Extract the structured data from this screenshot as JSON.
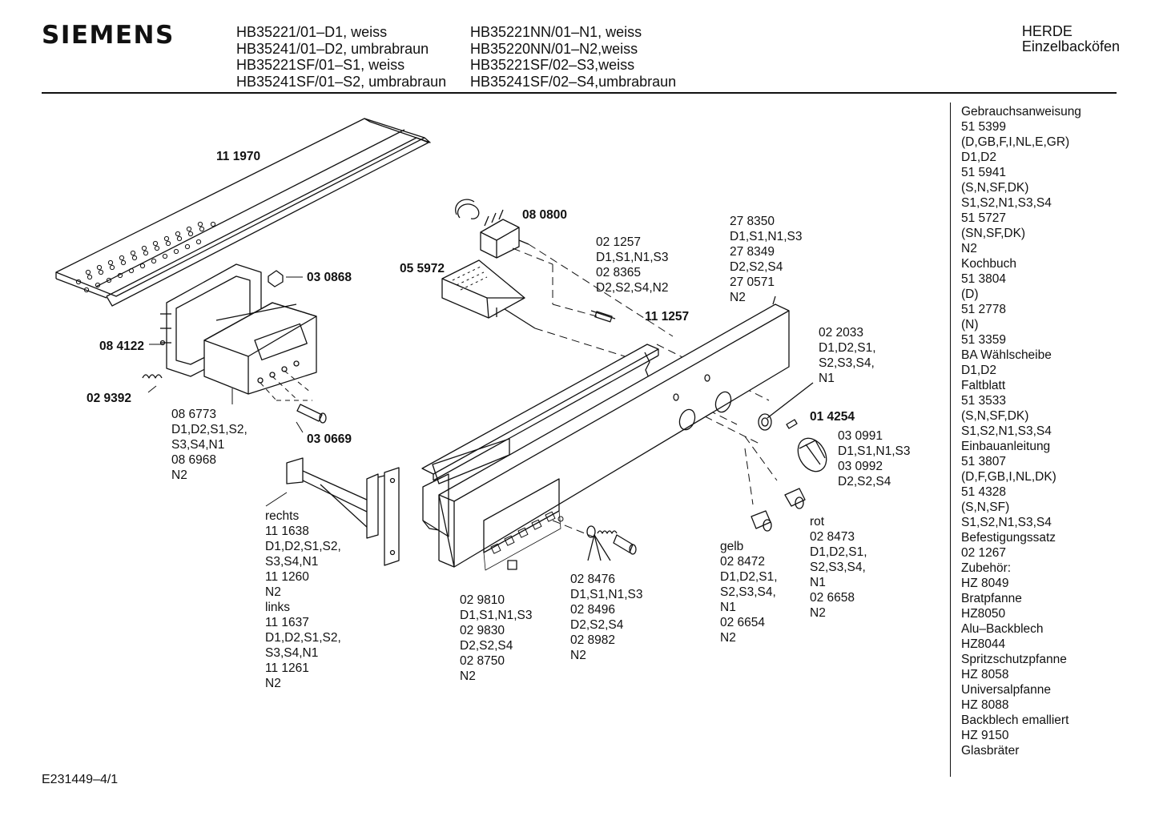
{
  "header": {
    "brand": "SIEMENS",
    "models_left": [
      "HB35221/01–D1, weiss",
      "HB35241/01–D2, umbrabraun",
      "HB35221SF/01–S1, weiss",
      "HB35241SF/01–S2, umbrabraun"
    ],
    "models_right": [
      "HB35221NN/01–N1, weiss",
      "HB35220NN/01–N2,weiss",
      "HB35221SF/02–S3,weiss",
      "HB35241SF/02–S4,umbrabraun"
    ],
    "category": "HERDE",
    "subcategory": "Einzelbacköfen"
  },
  "sidebar": {
    "lines": [
      "Gebrauchsanweisung",
      "51 5399",
      "(D,GB,F,I,NL,E,GR)",
      "D1,D2",
      "51 5941",
      "(S,N,SF,DK)",
      "S1,S2,N1,S3,S4",
      "51 5727",
      "(SN,SF,DK)",
      "N2",
      "Kochbuch",
      "51 3804",
      "(D)",
      "51 2778",
      "(N)",
      "51 3359",
      "BA Wählscheibe",
      "D1,D2",
      "Faltblatt",
      "51 3533",
      "(S,N,SF,DK)",
      "S1,S2,N1,S3,S4",
      "Einbauanleitung",
      "51 3807",
      "(D,F,GB,I,NL,DK)",
      "51 4328",
      "(S,N,SF)",
      "S1,S2,N1,S3,S4",
      "Befestigungssatz",
      "02 1267",
      "Zubehör:",
      "HZ 8049",
      "Bratpfanne",
      "HZ8050",
      "Alu–Backblech",
      "HZ8044",
      "Spritzschutzpfanne",
      "HZ 8058",
      "Universalpfanne",
      "HZ 8088",
      "Backblech emalliert",
      "HZ 9150",
      "Glasbräter"
    ]
  },
  "parts": {
    "p111970": "11 1970",
    "p030868": "03 0868",
    "p084122": "08 4122",
    "p029392": "02 9392",
    "p080800": "08 0800",
    "p055972": "05 5972",
    "p111257": "11 1257",
    "p014254": "01 4254",
    "p030669": "03 0669",
    "block_086773": [
      "08 6773",
      "D1,D2,S1,S2,",
      "S3,S4,N1",
      "08 6968",
      "N2"
    ],
    "block_021257": [
      "02 1257",
      "D1,S1,N1,S3",
      "02 8365",
      "D2,S2,S4,N2"
    ],
    "block_278350": [
      "27 8350",
      "D1,S1,N1,S3",
      "27 8349",
      "D2,S2,S4",
      "27 0571",
      "N2"
    ],
    "block_022033": [
      "02 2033",
      "D1,D2,S1,",
      "S2,S3,S4,",
      "N1"
    ],
    "block_030991": [
      "03 0991",
      "D1,S1,N1,S3",
      "03 0992",
      "D2,S2,S4"
    ],
    "block_rechts": [
      "rechts",
      "11 1638",
      "D1,D2,S1,S2,",
      "S3,S4,N1",
      "11 1260",
      "N2",
      "links",
      "11 1637",
      "D1,D2,S1,S2,",
      "S3,S4,N1",
      "11 1261",
      "N2"
    ],
    "block_029810": [
      "02 9810",
      "D1,S1,N1,S3",
      "02 9830",
      "D2,S2,S4",
      "02 8750",
      "N2"
    ],
    "block_028476": [
      "02 8476",
      "D1,S1,N1,S3",
      "02 8496",
      "D2,S2,S4",
      "02 8982",
      "N2"
    ],
    "block_gelb": [
      "gelb",
      "02 8472",
      "D1,D2,S1,",
      "S2,S3,S4,",
      "N1",
      "02 6654",
      "N2"
    ],
    "block_rot": [
      "rot",
      "02 8473",
      "D1,D2,S1,",
      "S2,S3,S4,",
      "N1",
      "02 6658",
      "N2"
    ]
  },
  "footer": {
    "doc_id": "E231449–4/1"
  }
}
